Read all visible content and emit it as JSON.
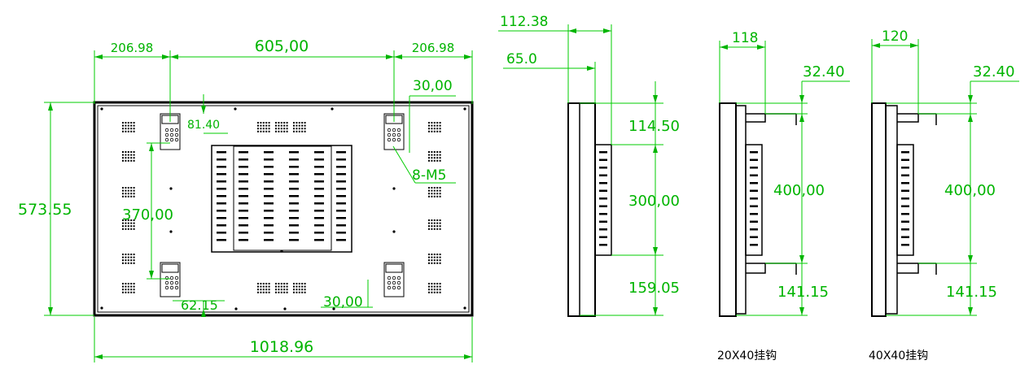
{
  "front_view": {
    "dim_top_left": "206.98",
    "dim_top_middle": "605,00",
    "dim_top_right": "206.98",
    "dim_height": "573.55",
    "dim_bracket_spacing_v": "370,00",
    "dim_offset_top": "81.40",
    "dim_offset_bottom": "62.15",
    "dim_bracket_h_right_top": "30,00",
    "dim_bracket_h_right_bottom": "30,00",
    "label_screws": "8-M5",
    "dim_total_width": "1018.96"
  },
  "side_view": {
    "dim_depth": "112.38",
    "dim_panel_depth": "65.0",
    "dim_top": "114.50",
    "dim_mid": "300,00",
    "dim_bottom": "159.05"
  },
  "hook_20x40": {
    "dim_depth": "118",
    "dim_top": "32.40",
    "dim_mid": "400,00",
    "dim_bottom": "141.15",
    "caption": "20X40挂钩"
  },
  "hook_40x40": {
    "dim_depth": "120",
    "dim_top": "32.40",
    "dim_mid": "400,00",
    "dim_bottom": "141.15",
    "caption": "40X40挂钩"
  }
}
